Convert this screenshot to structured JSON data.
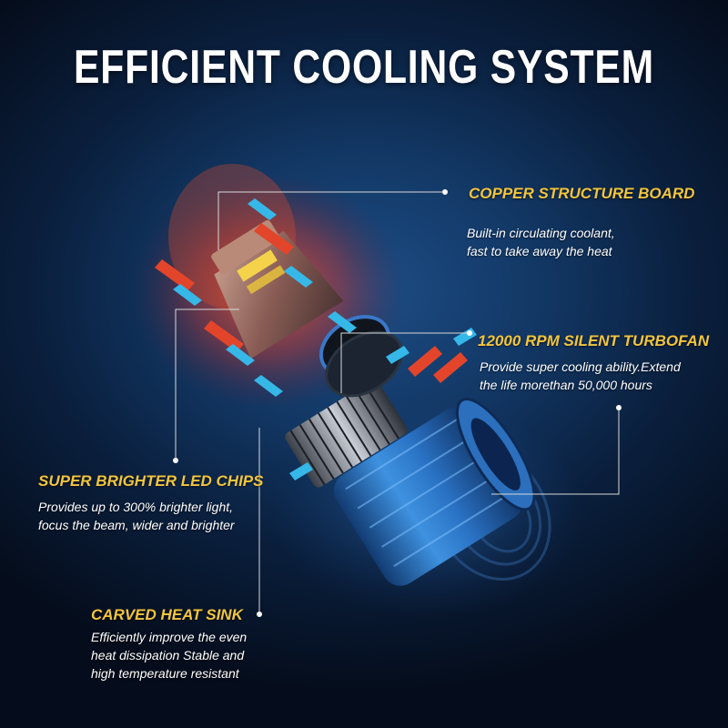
{
  "headline": "EFFICIENT COOLING SYSTEM",
  "features": {
    "copper": {
      "title": "COPPER STRUCTURE BOARD",
      "desc": "Built-in circulating coolant,\nfast to take away the heat"
    },
    "fan": {
      "title": "12000 RPM SILENT TURBOFAN",
      "desc": "Provide super cooling ability.Extend\nthe life morethan 50,000 hours"
    },
    "led": {
      "title": "SUPER BRIGHTER LED CHIPS",
      "desc": "Provides up to 300% brighter light,\nfocus the beam, wider and brighter"
    },
    "sink": {
      "title": "CARVED HEAT SINK",
      "desc": "Efficiently improve the even\nheat dissipation Stable and\nhigh temperature resistant"
    }
  },
  "colors": {
    "accent": "#f2c53d",
    "housing_blue": "#2f7fd0",
    "heat_red": "#e0402a",
    "cool_cyan": "#35b8e8"
  },
  "icons": [
    "bulb-illustration",
    "heat-arrow-icon",
    "cool-arrow-icon",
    "callout-dot-icon"
  ]
}
